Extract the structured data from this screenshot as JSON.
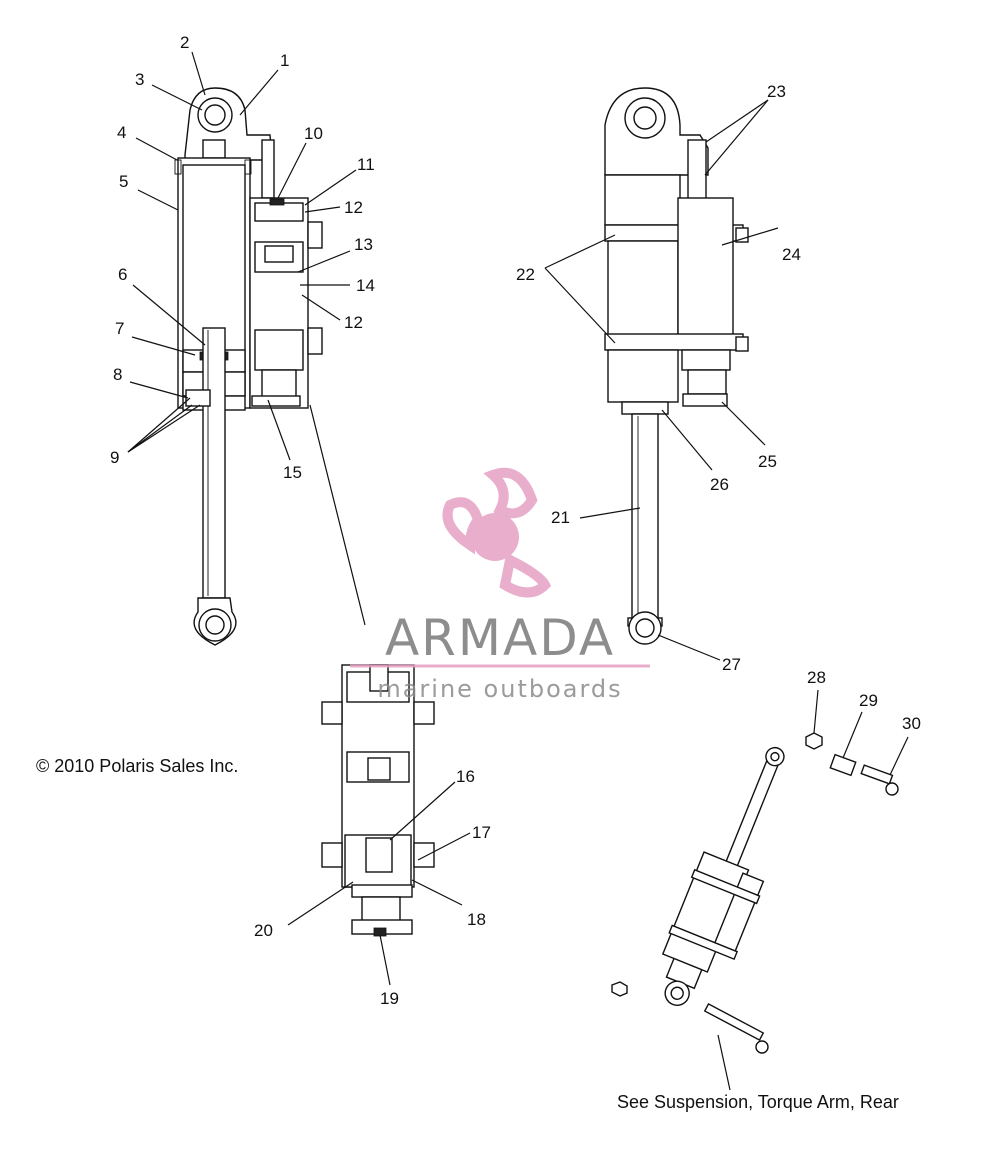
{
  "copyright": "© 2010 Polaris Sales Inc.",
  "see_note": "See Suspension, Torque Arm, Rear",
  "watermark": {
    "brand": "ARMADA",
    "tagline": "marine outboards",
    "logo_color": "#e6a0c4",
    "text_color": "#7a7a7a"
  },
  "callouts": [
    "1",
    "2",
    "3",
    "4",
    "5",
    "6",
    "7",
    "8",
    "9",
    "10",
    "11",
    "12",
    "12",
    "13",
    "14",
    "15",
    "16",
    "17",
    "18",
    "19",
    "20",
    "21",
    "22",
    "23",
    "24",
    "25",
    "26",
    "27",
    "28",
    "29",
    "30"
  ]
}
